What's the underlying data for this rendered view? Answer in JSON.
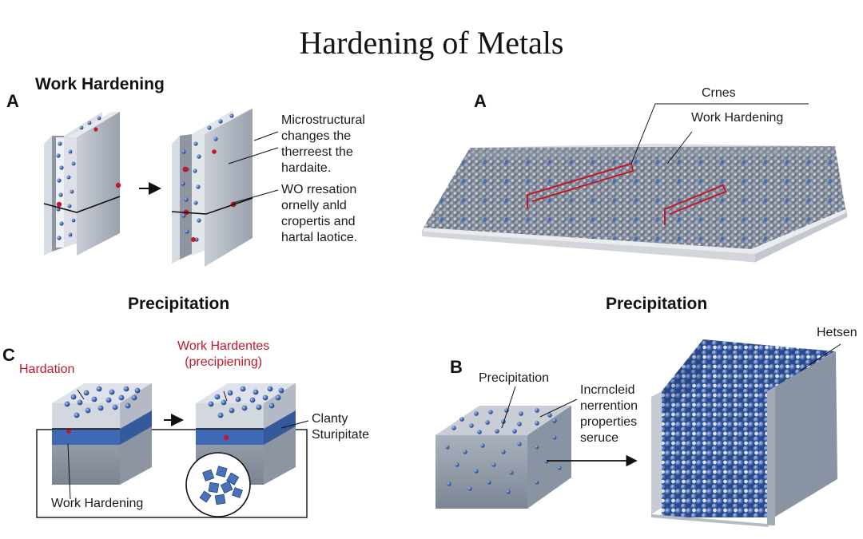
{
  "title": "Hardening of Metals",
  "panels": {
    "top_left": {
      "letter": "A",
      "heading": "Work Hardening",
      "annotation_1": [
        "Microstructural",
        "changes the",
        "therreest the",
        "hardaite."
      ],
      "annotation_2": [
        "WO rresation",
        "ornelly anld",
        "cropertis and",
        "hartal laotice."
      ]
    },
    "top_right": {
      "letter": "A",
      "label_1": "Crnes",
      "label_2": "Work Hardening"
    },
    "bottom_left": {
      "letter": "C",
      "heading": "Precipitation",
      "label_left": "Hardation",
      "label_right": [
        "Work Hardentes",
        "(precipiening)"
      ],
      "label_side": [
        "Clanty",
        "Sturipitate"
      ],
      "label_bottom": "Work Hardening"
    },
    "bottom_right": {
      "letter": "B",
      "heading": "Precipitation",
      "label_block": "Precipitation",
      "label_middle": [
        "Incrncleid",
        "nerrention",
        "properties",
        "seruce"
      ],
      "label_corner": "Hetsen"
    }
  },
  "colors": {
    "accent_red": "#c2182b",
    "particle_blue": "#3f69b5",
    "metal_gray": "#b6bcc6"
  }
}
